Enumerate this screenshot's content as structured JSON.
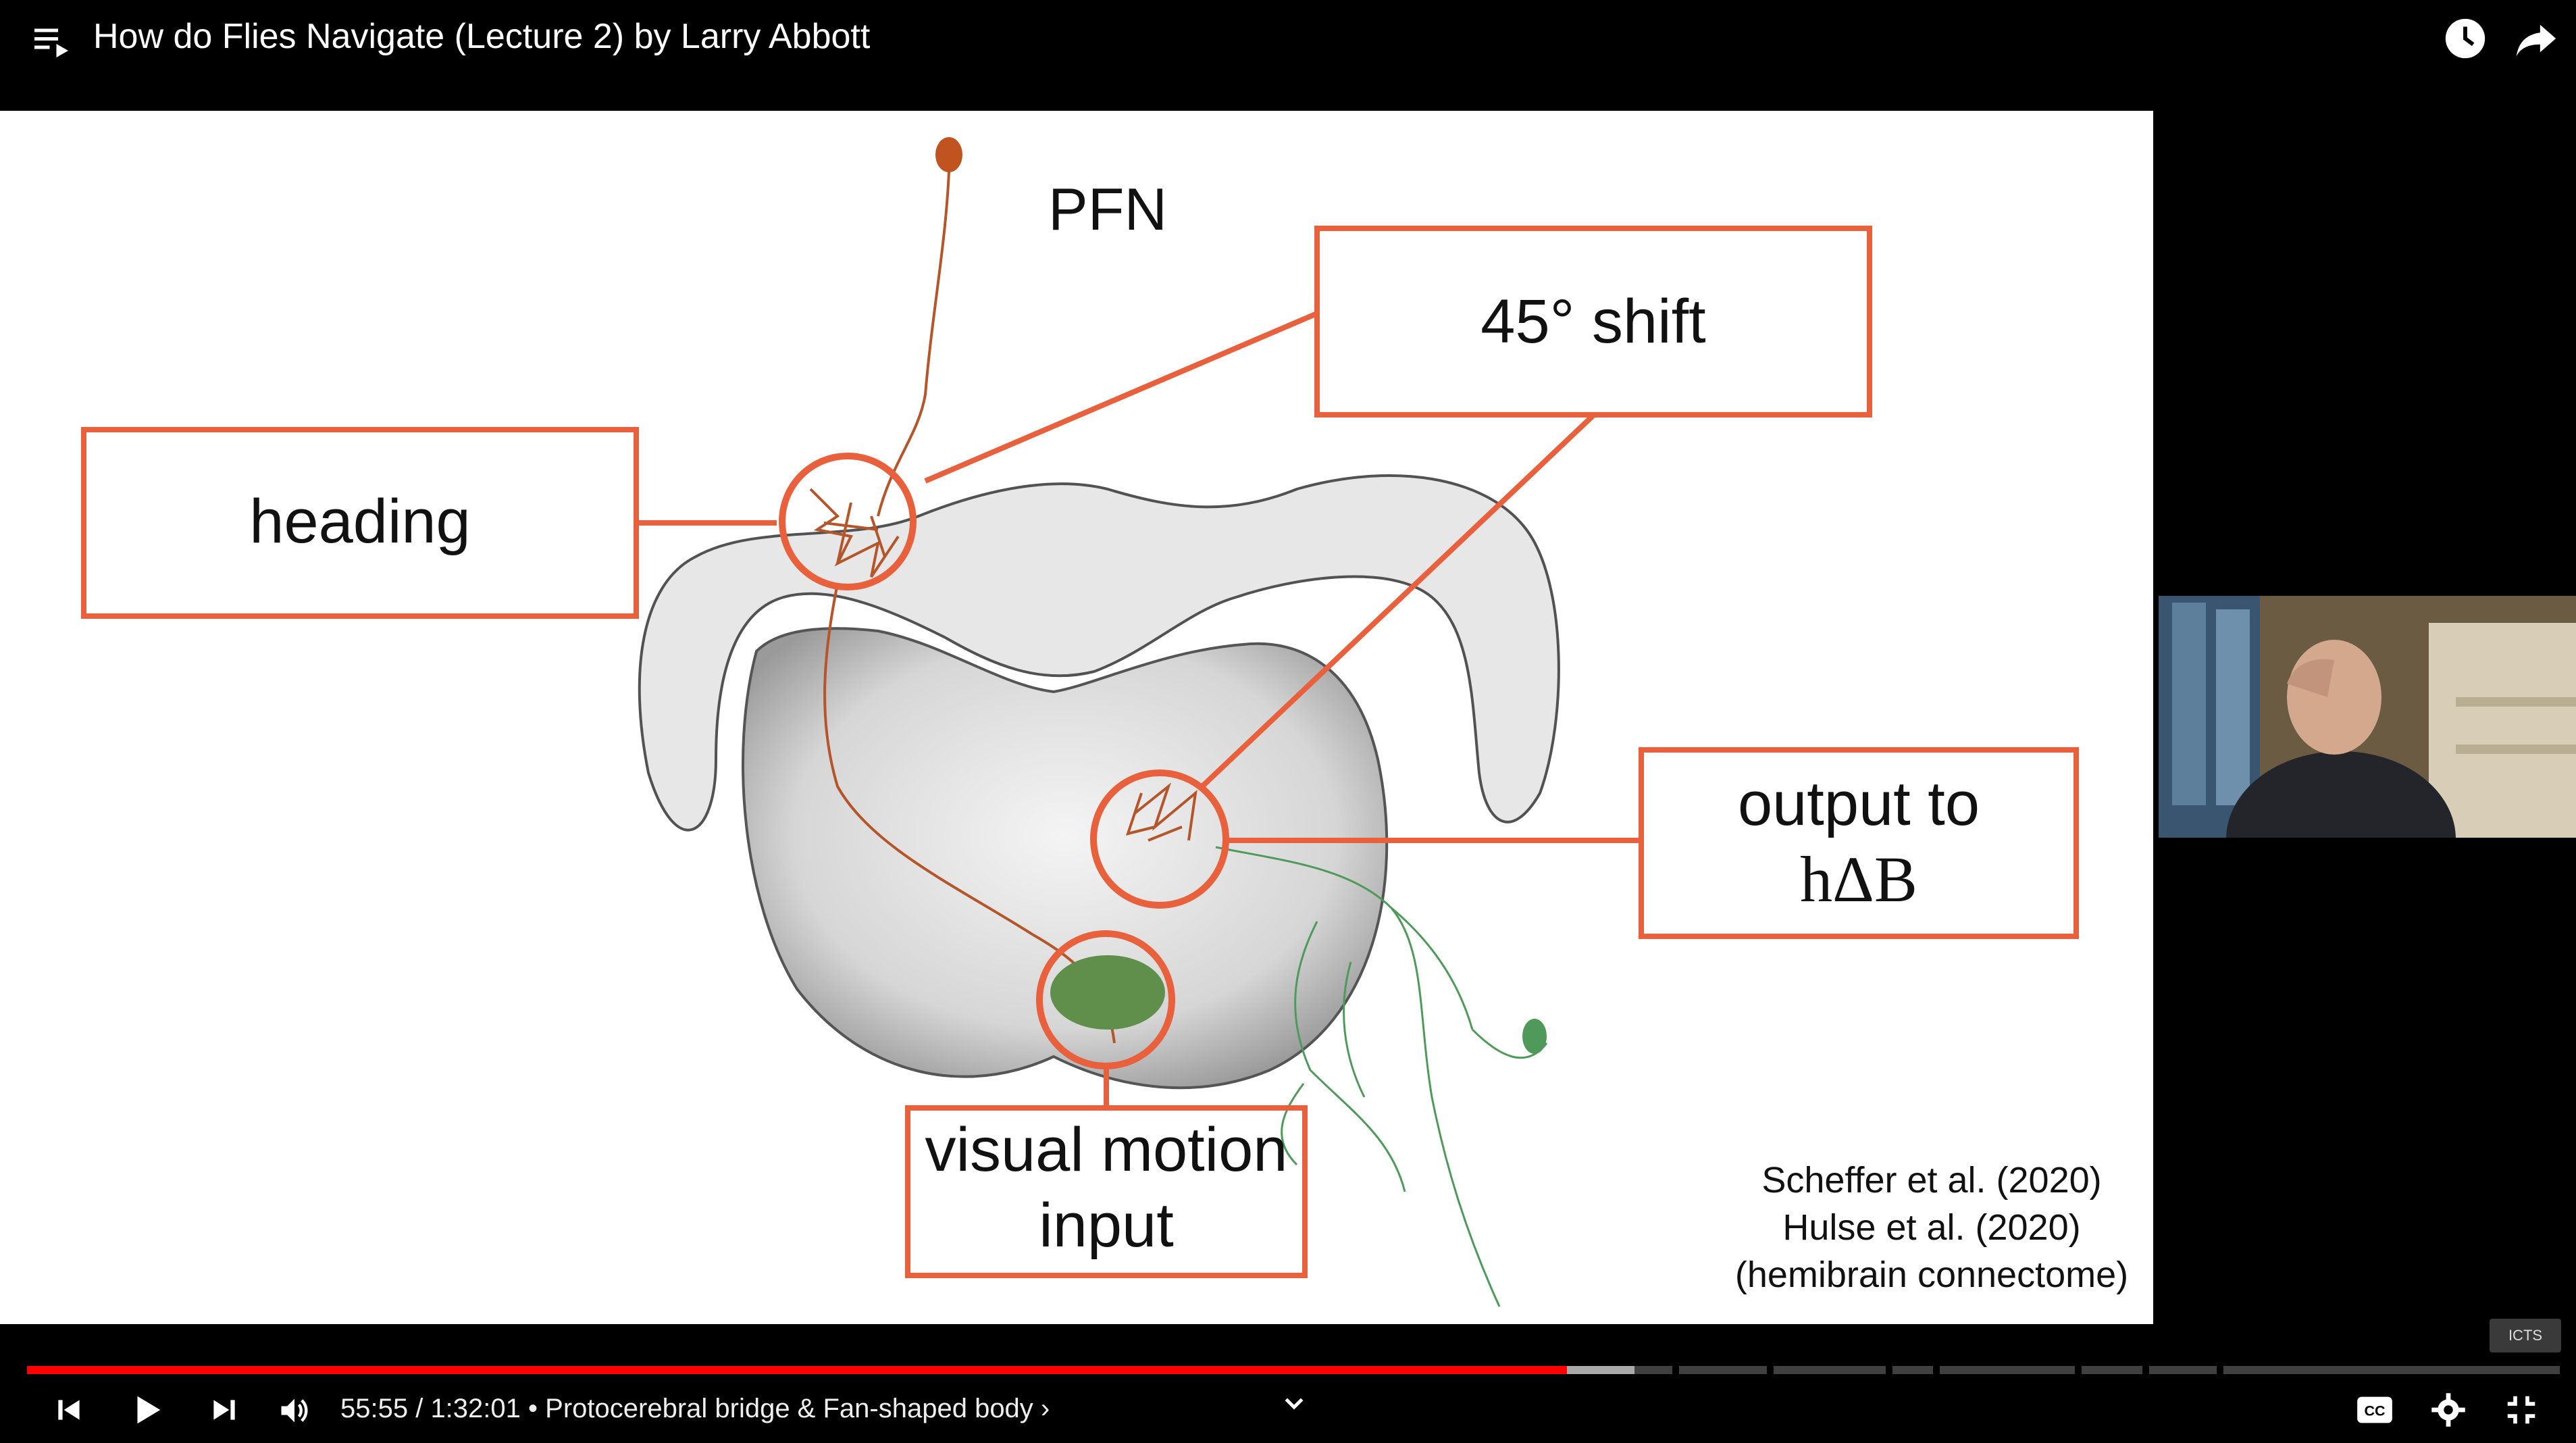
{
  "video": {
    "title": "How do Flies Navigate (Lecture 2) by Larry Abbott"
  },
  "slide": {
    "heading_label": "PFN",
    "callouts": {
      "heading": "heading",
      "shift": "45° shift",
      "output_line1": "output to",
      "output_line2": "hΔB",
      "motion_line1": "visual motion",
      "motion_line2": "input"
    },
    "citations": [
      "Scheffer et al. (2020)",
      "Hulse et al. (2020)",
      "(hemibrain connectome)"
    ],
    "accent_color": "#e8603c"
  },
  "overlay": {
    "logo_text": "ICTS"
  },
  "player": {
    "current_time": "55:55",
    "duration": "1:32:01",
    "time_display": "55:55 / 1:32:01",
    "chapter": "• Protocerebral bridge & Fan-shaped body ›",
    "progress_fraction": 0.608,
    "progress_color": "#ff0000",
    "icons": [
      "playlist-icon",
      "watch-later-icon",
      "share-icon",
      "previous-icon",
      "play-icon",
      "next-icon",
      "volume-icon",
      "chevron-down-icon",
      "captions-icon",
      "settings-icon",
      "exit-fullscreen-icon"
    ]
  }
}
